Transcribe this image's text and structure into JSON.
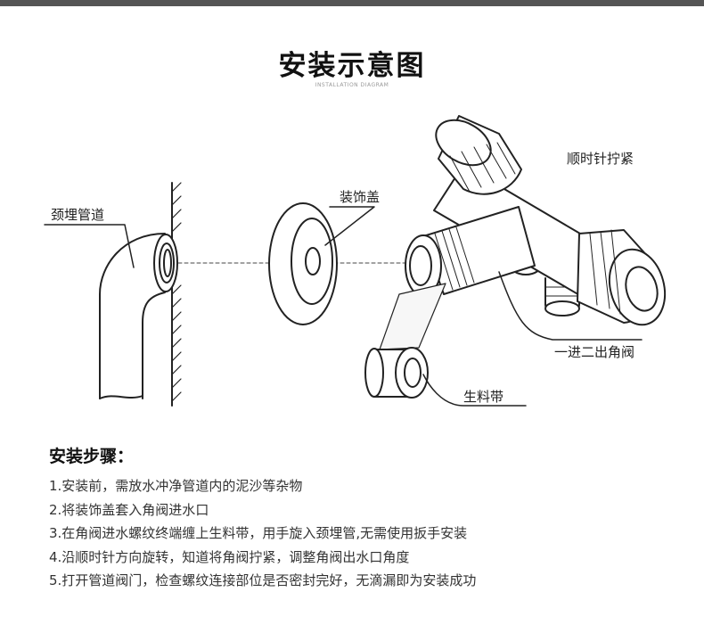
{
  "header": {
    "title": "安装示意图",
    "subtitle": "INSTALLATION DIAGRAM"
  },
  "diagram": {
    "labels": {
      "pipe": "颈埋管道",
      "cover": "装饰盖",
      "clockwise": "顺时针拧紧",
      "valve": "一进二出角阀",
      "tape": "生料带"
    }
  },
  "steps": {
    "heading": "安装步骤：",
    "items": [
      "1.安装前，需放水冲净管道内的泥沙等杂物",
      "2.将装饰盖套入角阀进水口",
      "3.在角阀进水螺纹终端缠上生料带，用手旋入颈埋管,无需使用扳手安装",
      "4.沿顺时针方向旋转，知道将角阀拧紧，调整角阀出水口角度",
      "5.打开管道阀门，检查螺纹连接部位是否密封完好，无滴漏即为安装成功"
    ]
  }
}
